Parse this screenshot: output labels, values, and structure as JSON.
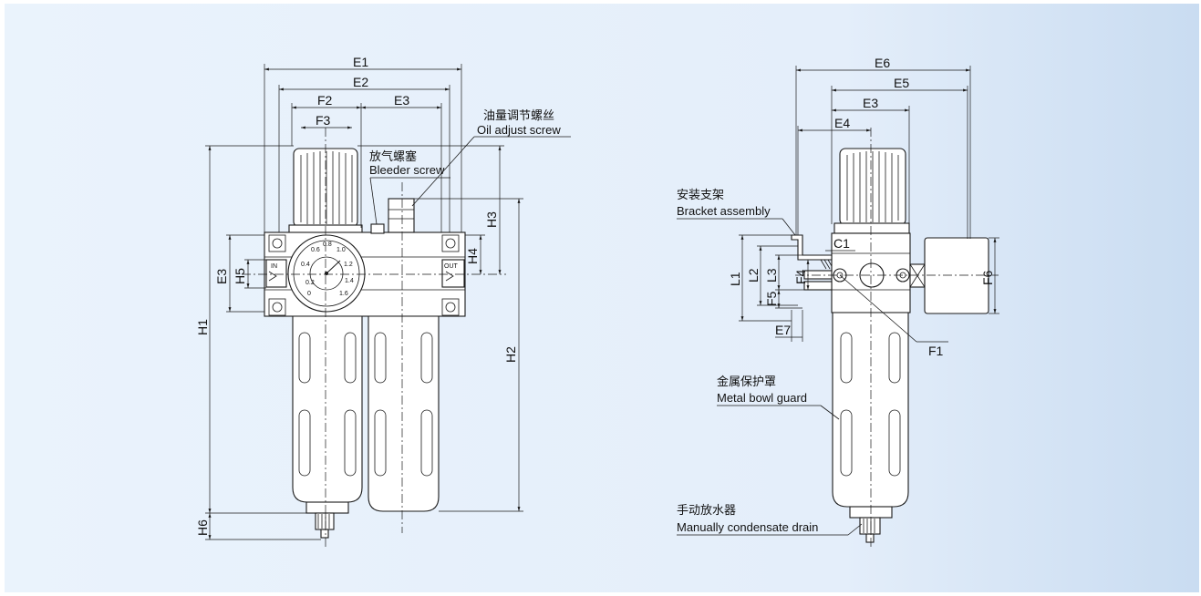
{
  "left_view": {
    "dims": {
      "E1": "E1",
      "E2": "E2",
      "F2": "F2",
      "E3": "E3",
      "F3": "F3",
      "H1": "H1",
      "H2": "H2",
      "H3": "H3",
      "H4": "H4",
      "H5": "H5",
      "H6": "H6",
      "E3v": "E3"
    },
    "ports": {
      "in": "IN",
      "out": "OUT"
    },
    "gauge_ticks": [
      "0.2",
      "0.4",
      "0.6",
      "0.8",
      "1.0",
      "1.2",
      "1.4",
      "1.6",
      "0"
    ],
    "callouts": {
      "oil_cn": "油量调节螺丝",
      "oil_en": "Oil adjust screw",
      "bleeder_cn": "放气螺塞",
      "bleeder_en": "Bleeder screw"
    }
  },
  "right_view": {
    "dims": {
      "E6": "E6",
      "E5": "E5",
      "E3": "E3",
      "E4": "E4",
      "C1": "C1",
      "L1": "L1",
      "L2": "L2",
      "L3": "L3",
      "F4": "F4",
      "F5": "F5",
      "E7": "E7",
      "F6": "F6",
      "F1": "F1"
    },
    "callouts": {
      "bracket_cn": "安装支架",
      "bracket_en": "Bracket assembly",
      "guard_cn": "金属保护罩",
      "guard_en": "Metal bowl guard",
      "drain_cn": "手动放水器",
      "drain_en": "Manually condensate drain"
    }
  }
}
